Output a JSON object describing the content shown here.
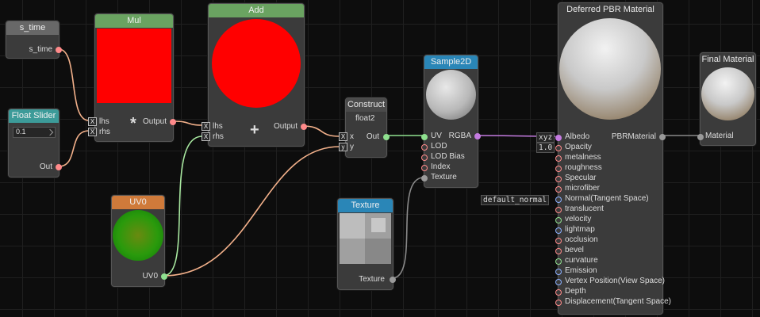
{
  "colors": {
    "canvas": "#0d0d0d",
    "grid": "#1f1f1f",
    "wire_red": "#ff8a8a",
    "wire_green": "#8fe08f",
    "wire_tan": "#f2b08a",
    "wire_purple": "#c47be0",
    "wire_grey": "#8a8a8a",
    "preview_red": "#ff0000"
  },
  "nodes": {
    "s_time": {
      "title": "s_time",
      "output": "s_time"
    },
    "float_slider": {
      "title": "Float Slider",
      "value": "0.1",
      "output": "Out"
    },
    "mul": {
      "title": "Mul",
      "input_a": "lhs",
      "input_b": "rhs",
      "output": "Output",
      "operator": "*"
    },
    "add": {
      "title": "Add",
      "input_a": "lhs",
      "input_b": "rhs",
      "output": "Output",
      "operator": "+"
    },
    "uv0": {
      "title": "UV0",
      "output": "UV0"
    },
    "construct": {
      "title": "Construct",
      "subtitle": "float2",
      "input_x": "x",
      "input_y": "y",
      "output": "Out"
    },
    "sample2d": {
      "title": "Sample2D",
      "inputs": [
        "UV",
        "LOD",
        "LOD Bias",
        "Index",
        "Texture"
      ],
      "output": "RGBA"
    },
    "texture": {
      "title": "Texture",
      "output": "Texture"
    },
    "pbr": {
      "title": "Deferred PBR Material",
      "output": "PBRMaterial",
      "inputs": [
        "Albedo",
        "Opacity",
        "metalness",
        "roughness",
        "Specular",
        "microfiber",
        "Normal(Tangent Space)",
        "translucent",
        "velocity",
        "lightmap",
        "occlusion",
        "bevel",
        "curvature",
        "Emission",
        "Vertex Position(View Space)",
        "Depth",
        "Displacement(Tangent Space)"
      ],
      "chip_albedo": "xyz",
      "chip_opacity": "1.0",
      "chip_normal": "default_normal"
    },
    "final": {
      "title": "Final Material",
      "input": "Material"
    }
  },
  "icons": {
    "x_tag": "X",
    "y_tag": "y",
    "slider_handle": "resize-grip-icon"
  }
}
